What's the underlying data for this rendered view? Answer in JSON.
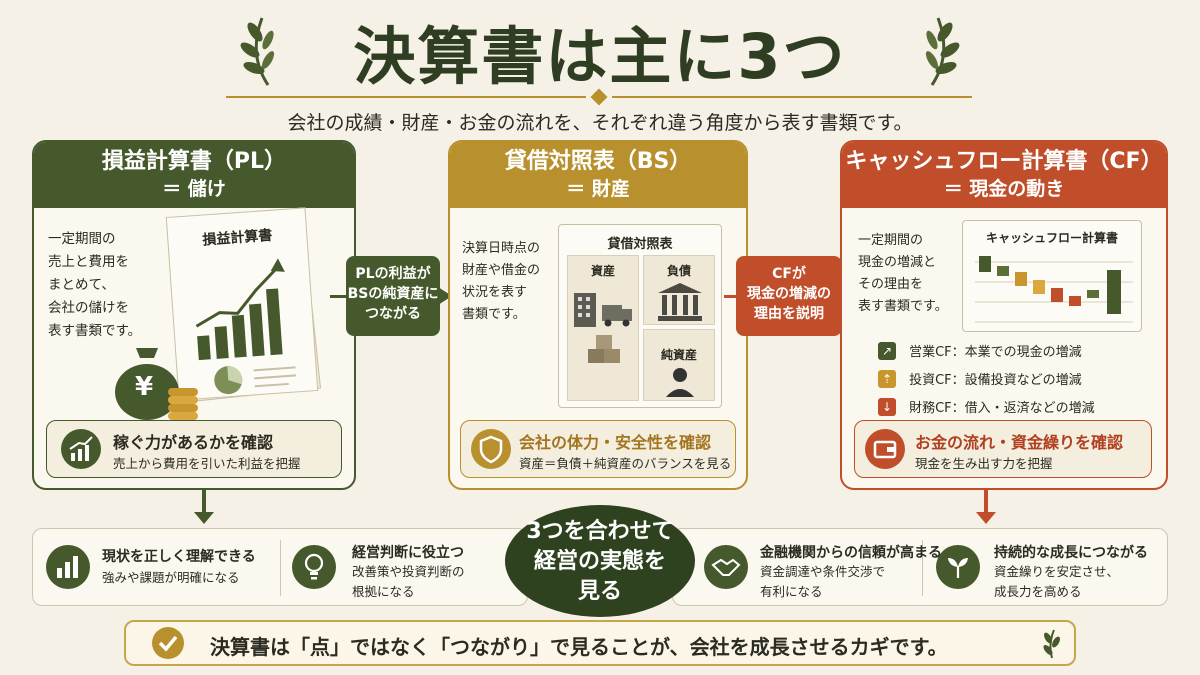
{
  "header": {
    "title": "決算書は主に3つ",
    "subtitle": "会社の成績・財産・お金の流れを、それぞれ違う角度から表す書類です。"
  },
  "pl": {
    "title": "損益計算書（PL）",
    "tagline": "＝ 儲け",
    "desc": [
      "一定期間の",
      "売上と費用を",
      "まとめて、",
      "会社の儲けを",
      "表す書類です。"
    ],
    "doc_title": "損益計算書",
    "currency": "¥",
    "callout_title": "稼ぐ力があるかを確認",
    "callout_sub": "売上から費用を引いた利益を把握",
    "color": "#45592c"
  },
  "pl_to_bs": [
    "PLの利益が",
    "BSの純資産に",
    "つながる"
  ],
  "bs": {
    "title": "貸借対照表（BS）",
    "tagline": "＝ 財産",
    "desc": [
      "決算日時点の",
      "財産や借金の",
      "状況を表す",
      "書類です。"
    ],
    "sheet_title": "貸借対照表",
    "assets": "資産",
    "liabilities": "負債",
    "equity": "純資産",
    "callout_title": "会社の体力・安全性を確認",
    "callout_sub": "資産＝負債＋純資産のバランスを見る",
    "color": "#b8902e"
  },
  "bs_to_cf": [
    "CFが",
    "現金の増減の",
    "理由を説明"
  ],
  "cf": {
    "title": "キャッシュフロー計算書（CF）",
    "tagline": "＝ 現金の動き",
    "desc": [
      "一定期間の",
      "現金の増減と",
      "その理由を",
      "表す書類です。"
    ],
    "chart_title": "キャッシュフロー計算書",
    "items": [
      {
        "label": "営業CF：本業での現金の増減",
        "icon": "↗",
        "color": "#45592c"
      },
      {
        "label": "投資CF：設備投資などの増減",
        "icon": "⇡",
        "color": "#c9962e"
      },
      {
        "label": "財務CF：借入・返済などの増減",
        "icon": "↓",
        "color": "#c04e2a"
      }
    ],
    "callout_title": "お金の流れ・資金繰りを確認",
    "callout_sub": "現金を生み出す力を把握",
    "color": "#c04e2a"
  },
  "center": [
    "3つを合わせて",
    "経営の実態を",
    "見る"
  ],
  "benefits": [
    {
      "title": "現状を正しく理解できる",
      "sub": [
        "強みや課題が明確になる"
      ]
    },
    {
      "title": "経営判断に役立つ",
      "sub": [
        "改善策や投資判断の",
        "根拠になる"
      ]
    },
    {
      "title": "金融機関からの信頼が高まる",
      "sub": [
        "資金調達や条件交渉で",
        "有利になる"
      ]
    },
    {
      "title": "持続的な成長につながる",
      "sub": [
        "資金繰りを安定させ、",
        "成長力を高める"
      ]
    }
  ],
  "footer": "決算書は「点」ではなく「つながり」で見ることが、会社を成長させるカギです。"
}
